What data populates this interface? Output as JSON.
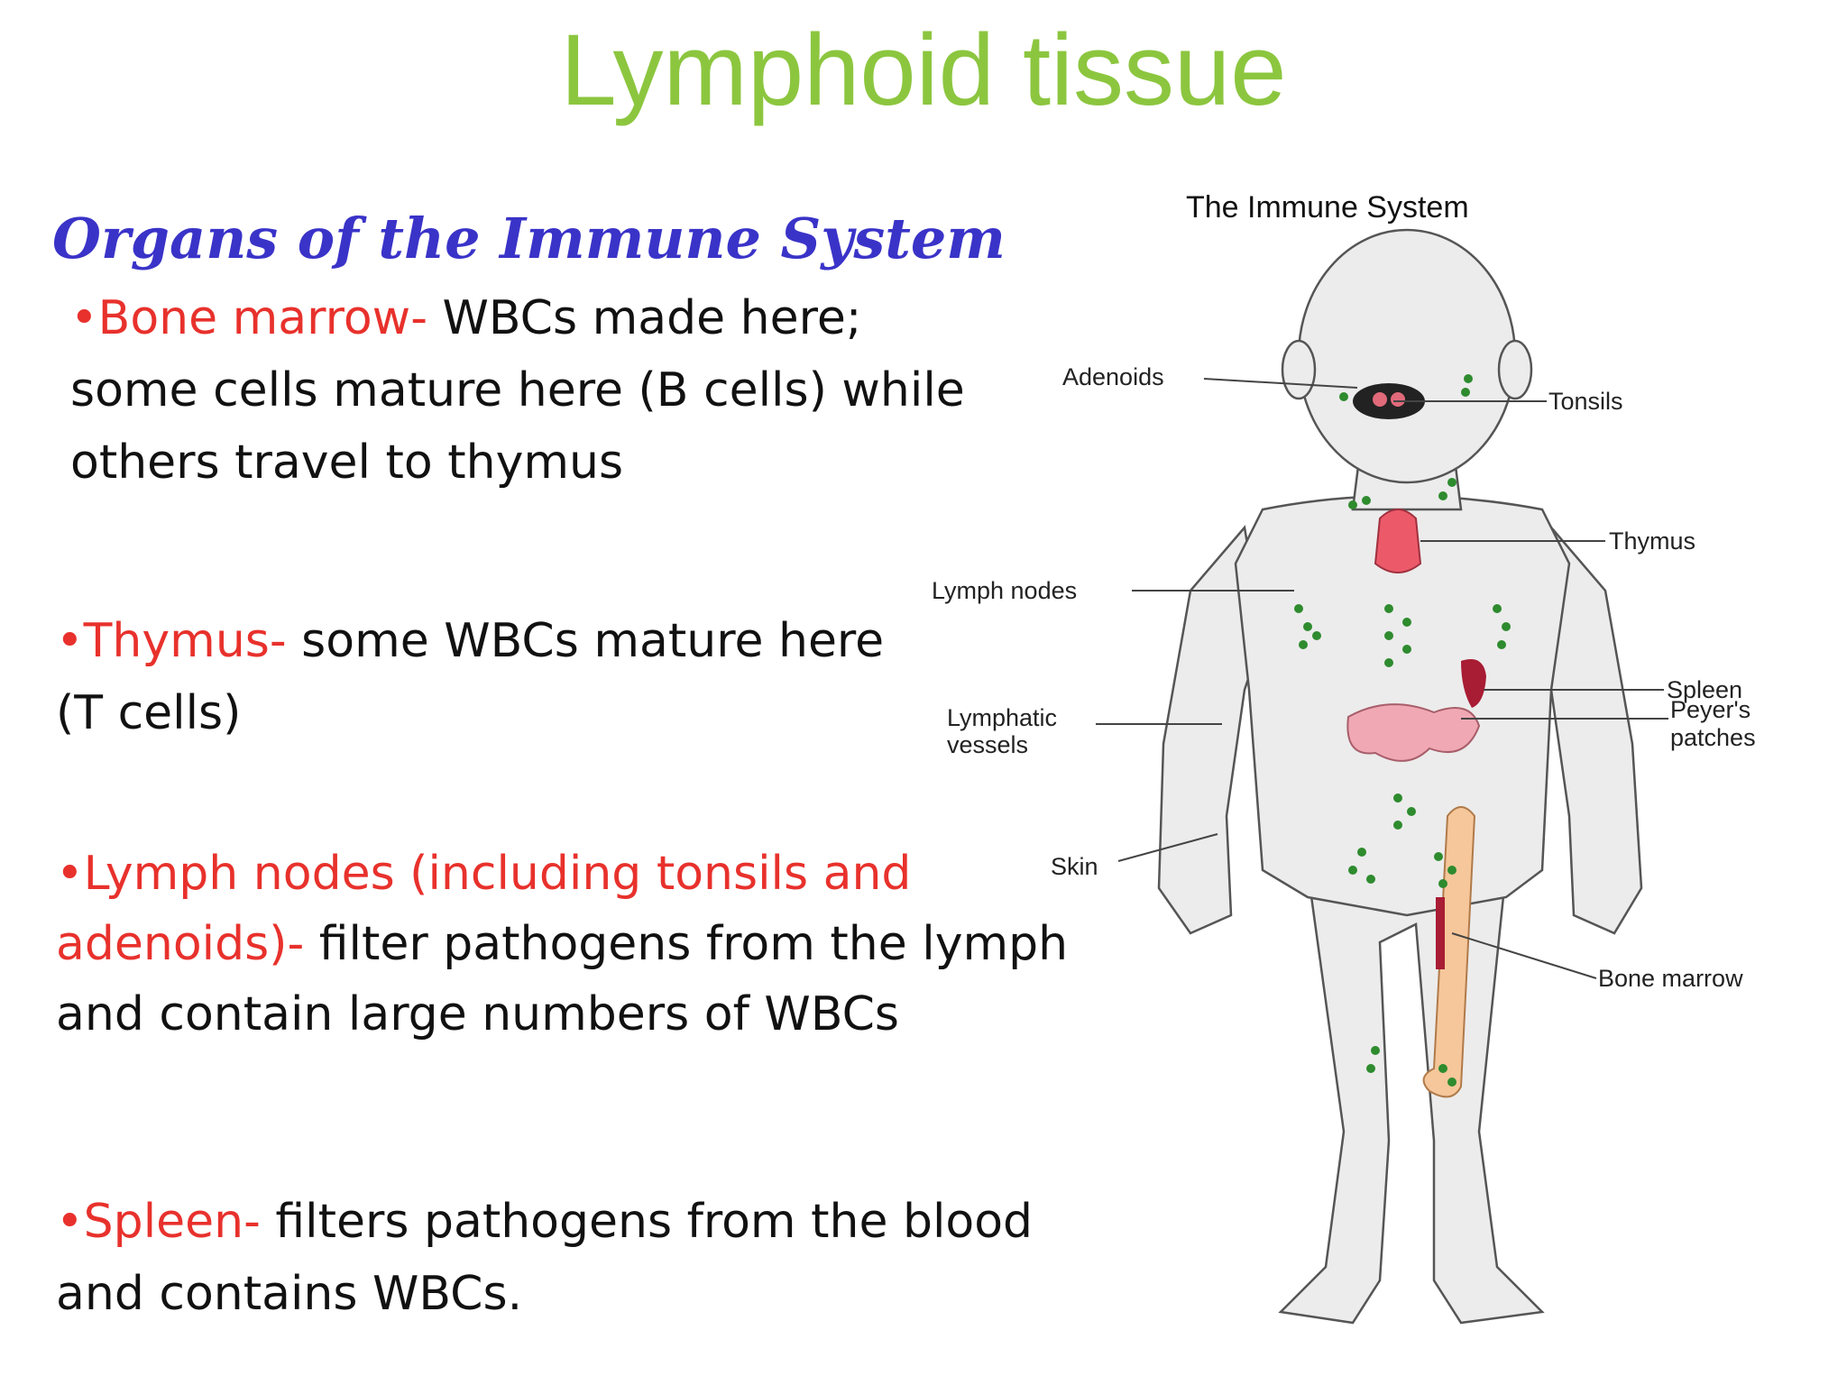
{
  "title": "Lymphoid tissue",
  "colors": {
    "title": "#8cc63f",
    "heading": "#3a33c8",
    "term": "#e8312c",
    "text": "#111111",
    "body_fill": "#eeeeee",
    "node": "#2e8b2e",
    "thymus": "#ec5a6a",
    "spleen": "#a81c34",
    "bone": "#f5c79a",
    "intestine": "#f0a9b4"
  },
  "heading": "Organs of the Immune System",
  "items": [
    {
      "term": "•Bone marrow-",
      "text": " WBCs made here; some cells mature here (B cells) while others travel to thymus"
    },
    {
      "term": "•Thymus-",
      "text": " some WBCs mature here (T cells)"
    },
    {
      "term": "•Lymph nodes (including tonsils and adenoids)-",
      "text": " filter pathogens from the lymph and contain large numbers of WBCs"
    },
    {
      "term": "•Spleen-",
      "text": " filters pathogens from the blood and contains WBCs."
    }
  ],
  "diagram": {
    "caption": "The Immune System",
    "labels": {
      "adenoids": "Adenoids",
      "tonsils": "Tonsils",
      "thymus": "Thymus",
      "lymph_nodes": "Lymph nodes",
      "spleen": "Spleen",
      "peyers_line1": "Peyer's",
      "peyers_line2": "patches",
      "lymphatic_line1": "Lymphatic",
      "lymphatic_line2": "vessels",
      "skin": "Skin",
      "bone_marrow": "Bone marrow"
    }
  }
}
